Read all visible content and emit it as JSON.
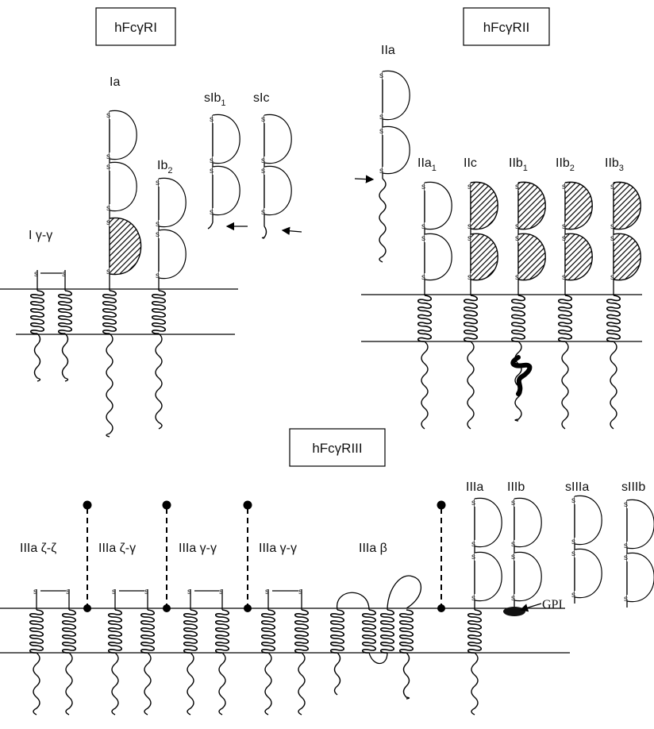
{
  "titles": {
    "r1": "hFcγRI",
    "r2": "hFcγRII",
    "r3": "hFcγRIII"
  },
  "labels": {
    "I_gg": "I γ-γ",
    "Ia": "Ia",
    "Ib2_main": "Ib",
    "Ib2_sub": "2",
    "sIb1_main": "sIb",
    "sIb1_sub": "1",
    "sIc": "sIc",
    "IIa_top": "IIa",
    "IIa1_main": "IIa",
    "IIa1_sub": "1",
    "IIc": "IIc",
    "IIb1_main": "IIb",
    "IIb1_sub": "1",
    "IIb2_main": "IIb",
    "IIb2_sub": "2",
    "IIb3_main": "IIb",
    "IIb3_sub": "3",
    "IIIa_zz": "IIIa ζ-ζ",
    "IIIa_zg": "IIIa ζ-γ",
    "IIIa_gg1": "IIIa γ-γ",
    "IIIa_gg2": "IIIa γ-γ",
    "IIIa_b": "IIIa β",
    "IIIa": "IIIa",
    "IIIb": "IIIb",
    "sIIIa": "sIIIa",
    "sIIIb": "sIIIb",
    "GPI": "GPI",
    "s": "s"
  }
}
